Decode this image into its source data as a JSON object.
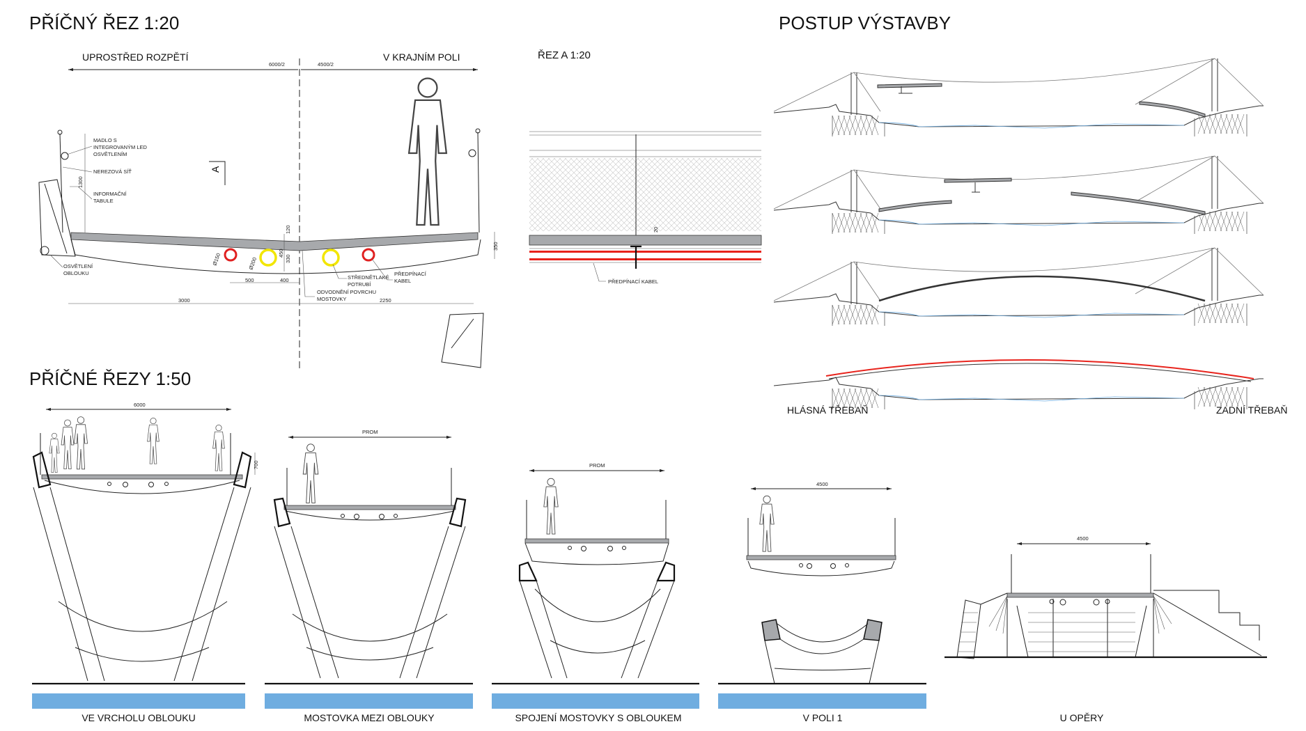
{
  "section_1_20": {
    "title": "PŘÍČNÝ ŘEZ  1:20",
    "left_heading": "UPROSTŘED ROZPĚTÍ",
    "right_heading": "V KRAJNÍM POLI",
    "section_mark": "A",
    "dims": {
      "half_left": "6000/2",
      "half_right": "4500/2",
      "railing_height": "1300",
      "deck_slab": "120",
      "deck_depth": "450",
      "box_depth": "330",
      "edge_depth": "350",
      "pipe_small": "Ø150",
      "pipe_large": "Ø200",
      "offset_500": "500",
      "offset_400": "400",
      "width_left": "3000",
      "width_right": "2250"
    },
    "labels": {
      "handrail": [
        "MADLO S",
        "INTEGROVANÝM LED",
        "OSVĚTLENÍM"
      ],
      "mesh": "NEREZOVÁ SÍŤ",
      "info_board": [
        "INFORMAČNÍ",
        "TABULE"
      ],
      "arch_lighting": [
        "OSVĚTLENÍ",
        "OBLOUKU"
      ],
      "pipe": [
        "STŘEDNĚTLAKÉ",
        "POTRUBÍ"
      ],
      "cable": [
        "PŘEDPÍNACÍ",
        "KABEL"
      ],
      "drainage": [
        "ODVODNĚNÍ POVRCHU",
        "MOSTOVKY"
      ]
    },
    "colors": {
      "pipe_red": "#e02020",
      "pipe_yellow": "#f2e600"
    }
  },
  "section_a": {
    "title": "ŘEZ A  1:20",
    "dim": "20",
    "cable_label": "PŘEDPÍNACÍ KABEL",
    "colors": {
      "cable": "#e8231c",
      "deck": "#a7a9ac"
    }
  },
  "construction": {
    "title": "POSTUP VÝSTAVBY",
    "left_bank": "HLÁSNÁ TŘEBAŇ",
    "right_bank": "ZADNÍ TŘEBAŇ"
  },
  "sections_1_50": {
    "title": "PŘÍČNÉ ŘEZY  1:50",
    "items": [
      {
        "label": "VE VRCHOLU OBLOUKU",
        "dim": "6000",
        "dim2": "700"
      },
      {
        "label": "MOSTOVKA MEZI OBLOUKY",
        "dim": "PROM"
      },
      {
        "label": "SPOJENÍ MOSTOVKY S OBLOUKEM",
        "dim": "PROM"
      },
      {
        "label": "V POLI 1",
        "dim": "4500"
      },
      {
        "label": "U OPĚRY",
        "dim": "4500"
      }
    ],
    "colors": {
      "water": "#6fade0"
    }
  }
}
